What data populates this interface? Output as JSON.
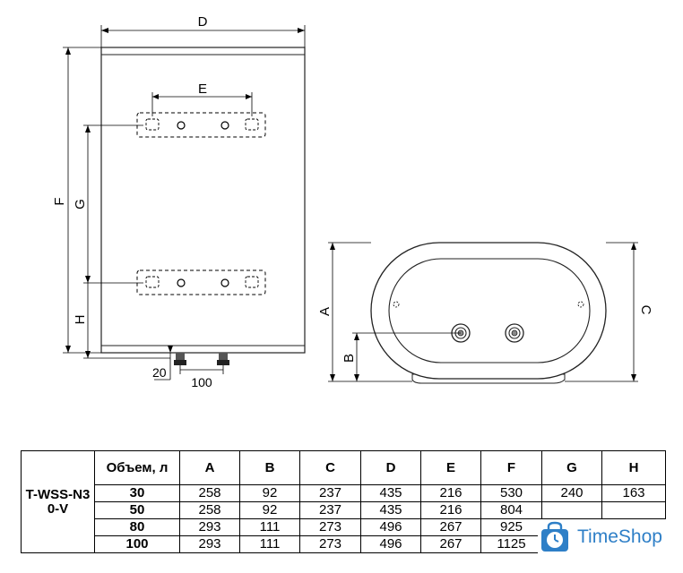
{
  "dimensions": {
    "D": "D",
    "E": "E",
    "F": "F",
    "G": "G",
    "H": "H",
    "A": "A",
    "B": "B",
    "C": "C",
    "offset_20": "20",
    "spacing_100": "100"
  },
  "table": {
    "model": "T-WSS-N30-V",
    "volume_header": "Объем, л",
    "columns": [
      "A",
      "B",
      "C",
      "D",
      "E",
      "F",
      "G",
      "H"
    ],
    "rows": [
      {
        "volume": "30",
        "values": [
          "258",
          "92",
          "237",
          "435",
          "216",
          "530",
          "240",
          "163"
        ]
      },
      {
        "volume": "50",
        "values": [
          "258",
          "92",
          "237",
          "435",
          "216",
          "804",
          "",
          ""
        ]
      },
      {
        "volume": "80",
        "values": [
          "293",
          "111",
          "273",
          "496",
          "267",
          "925",
          "",
          ""
        ]
      },
      {
        "volume": "100",
        "values": [
          "293",
          "111",
          "273",
          "496",
          "267",
          "1125",
          "",
          ""
        ]
      }
    ]
  },
  "watermark": {
    "text": "TimeShop",
    "color": "#2e7fc7",
    "icon": "clock-bag-icon"
  }
}
